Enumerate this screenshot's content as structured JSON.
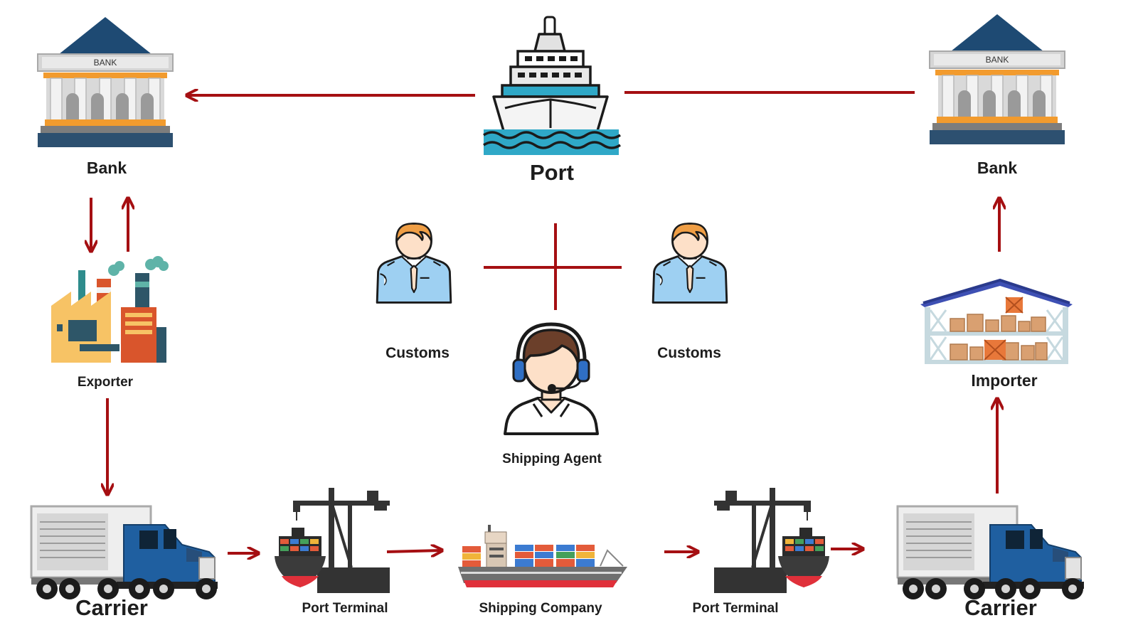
{
  "labels": {
    "bank_left": "Bank",
    "bank_right": "Bank",
    "port": "Port",
    "customs_left": "Customs",
    "customs_right": "Customs",
    "exporter": "Exporter",
    "importer": "Importer",
    "shipping_agent": "Shipping Agent",
    "carrier_left": "Carrier",
    "carrier_right": "Carrier",
    "port_terminal_left": "Port Terminal",
    "port_terminal_right": "Port Terminal",
    "shipping_company": "Shipping Company"
  },
  "building_sign": {
    "left": "BANK",
    "right": "BANK"
  },
  "icons": {
    "bank": "bank-icon",
    "port": "cruise-ship-icon",
    "customs": "customs-officer-icon",
    "shipping_agent": "headset-agent-icon",
    "exporter": "factory-icon",
    "importer": "warehouse-icon",
    "carrier": "truck-icon",
    "port_terminal": "port-crane-icon",
    "shipping_company": "container-ship-icon"
  },
  "colors": {
    "arrow": "#a50f12",
    "bank_roof": "#1e4a73",
    "accent_orange": "#f29b2e",
    "truck_cab": "#1f5fa0",
    "water": "#27a7c8",
    "uniform": "#9ed0f2",
    "skin": "#fde0c8",
    "hair": "#ef9e45"
  }
}
